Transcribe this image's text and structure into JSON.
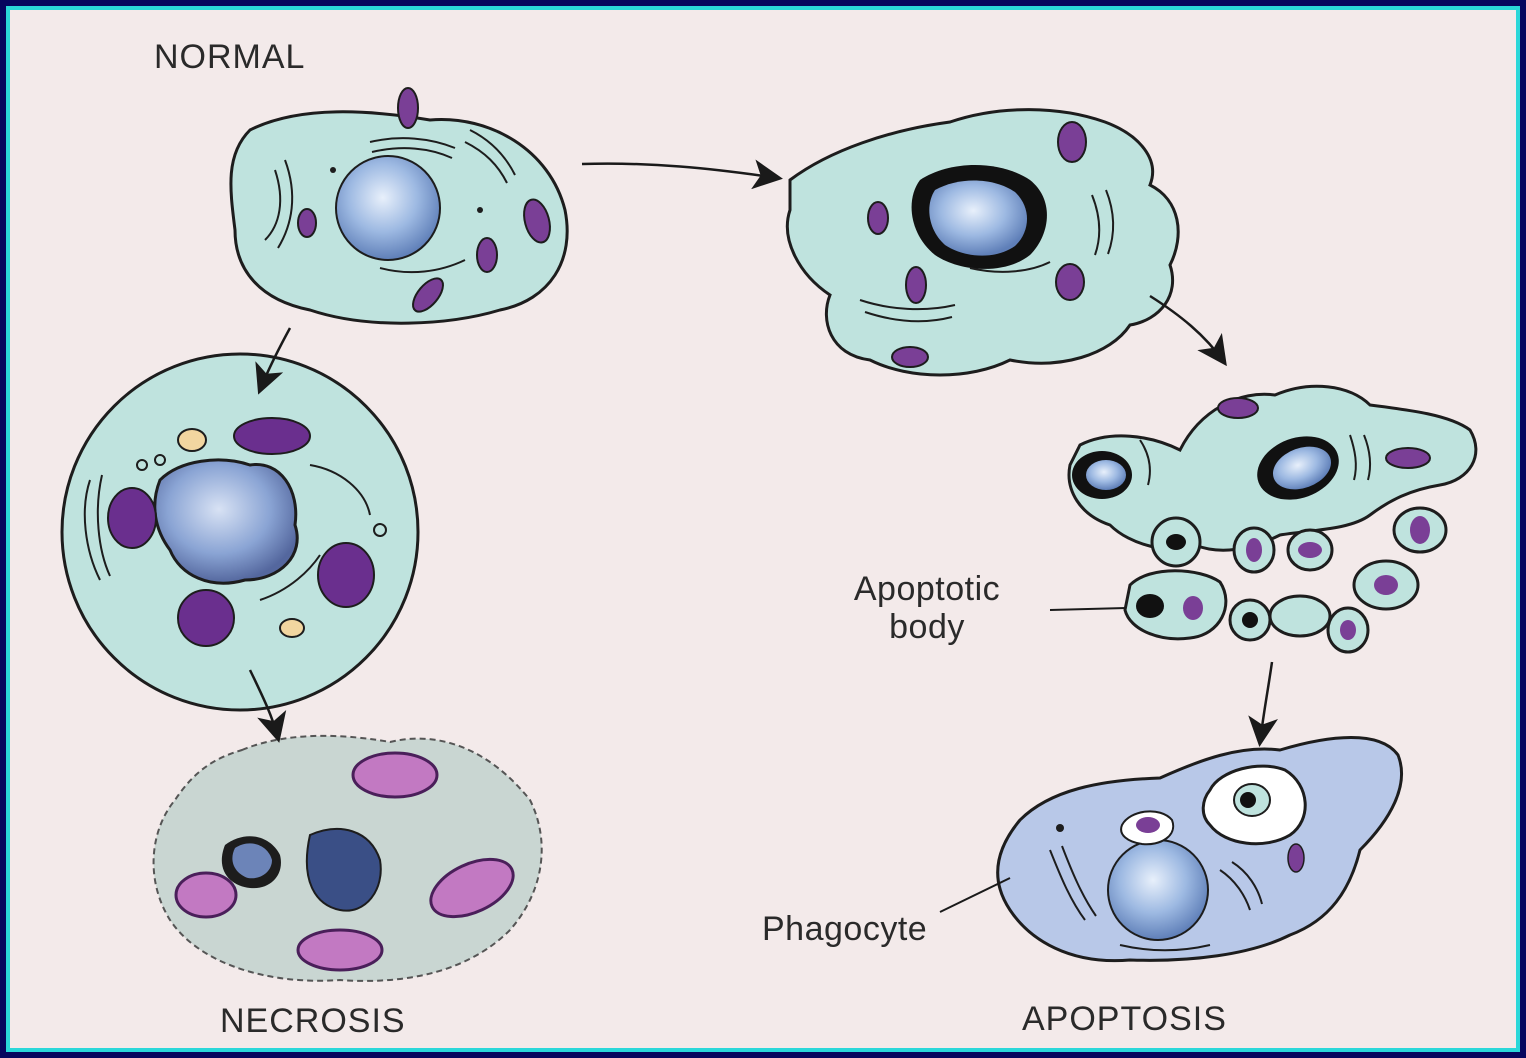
{
  "labels": {
    "normal": "NORMAL",
    "necrosis": "NECROSIS",
    "apoptosis": "APOPTOSIS",
    "apoptotic_body_line1": "Apoptotic",
    "apoptotic_body_line2": "body",
    "phagocyte": "Phagocyte"
  },
  "colors": {
    "frame": "#06065e",
    "border": "#2ad7d9",
    "background": "#f3eaea",
    "cytoplasm": "#bfe3de",
    "nucleus": "#8eb0dd",
    "mitochondria": "#7a3f96",
    "phagocyte": "#b8c8e8",
    "necrotic": "#c9d6d2"
  },
  "icons": [
    "normal-cell-icon",
    "swollen-cell-icon",
    "necrotic-cell-icon",
    "shrunken-cell-icon",
    "fragmenting-cell-icon",
    "phagocyte-cell-icon"
  ]
}
